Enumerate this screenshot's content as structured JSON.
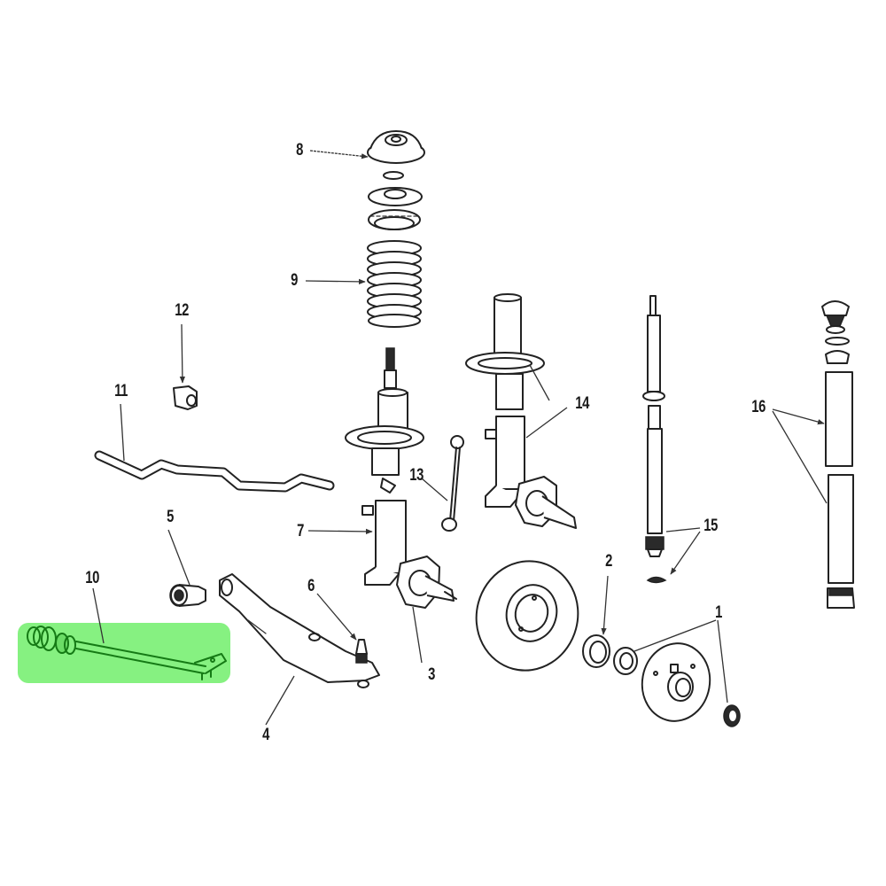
{
  "diagram": {
    "type": "exploded-parts-view",
    "subject": "front suspension assembly",
    "highlight": {
      "part_number": "10",
      "color": "#7ff07a",
      "stroke_color": "#157a15"
    },
    "callouts": [
      {
        "id": "1",
        "label": "1",
        "part": "hub-and-bearing"
      },
      {
        "id": "2",
        "label": "2",
        "part": "bearing-seal"
      },
      {
        "id": "3",
        "label": "3",
        "part": "steering-knuckle-spindle"
      },
      {
        "id": "4",
        "label": "4",
        "part": "lower-control-arm"
      },
      {
        "id": "5",
        "label": "5",
        "part": "control-arm-bushing"
      },
      {
        "id": "6",
        "label": "6",
        "part": "ball-joint"
      },
      {
        "id": "7",
        "label": "7",
        "part": "strut-assembly"
      },
      {
        "id": "8",
        "label": "8",
        "part": "strut-mount"
      },
      {
        "id": "9",
        "label": "9",
        "part": "coil-spring"
      },
      {
        "id": "10",
        "label": "10",
        "part": "tension-rod"
      },
      {
        "id": "11",
        "label": "11",
        "part": "stabilizer-bar"
      },
      {
        "id": "12",
        "label": "12",
        "part": "stabilizer-bar-bushing"
      },
      {
        "id": "13",
        "label": "13",
        "part": "stabilizer-link"
      },
      {
        "id": "14",
        "label": "14",
        "part": "strut-housing"
      },
      {
        "id": "15",
        "label": "15",
        "part": "strut-cartridge"
      },
      {
        "id": "16",
        "label": "16",
        "part": "rear-shock-absorber"
      }
    ],
    "other_parts": [
      {
        "part": "brake-rotor"
      }
    ]
  }
}
